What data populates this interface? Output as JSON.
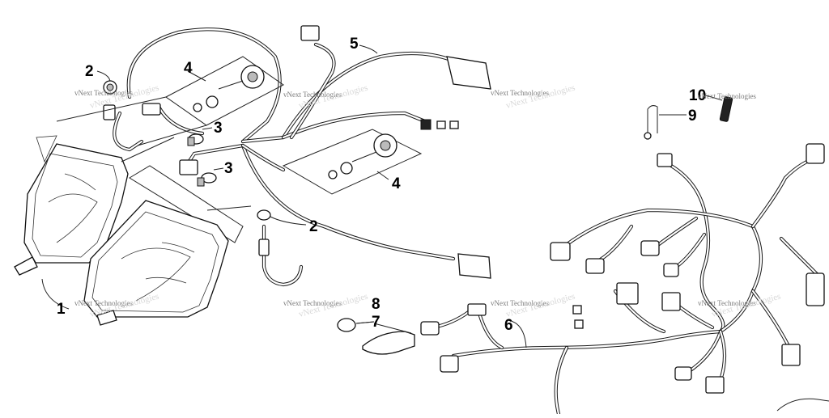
{
  "callouts": {
    "c1": "1",
    "c2a": "2",
    "c2b": "2",
    "c3a": "3",
    "c3b": "3",
    "c4a": "4",
    "c4b": "4",
    "c5": "5",
    "c6": "6",
    "c7": "7",
    "c8": "8",
    "c9": "9",
    "c10": "10"
  },
  "watermark": {
    "text": "vNext Technologies"
  }
}
